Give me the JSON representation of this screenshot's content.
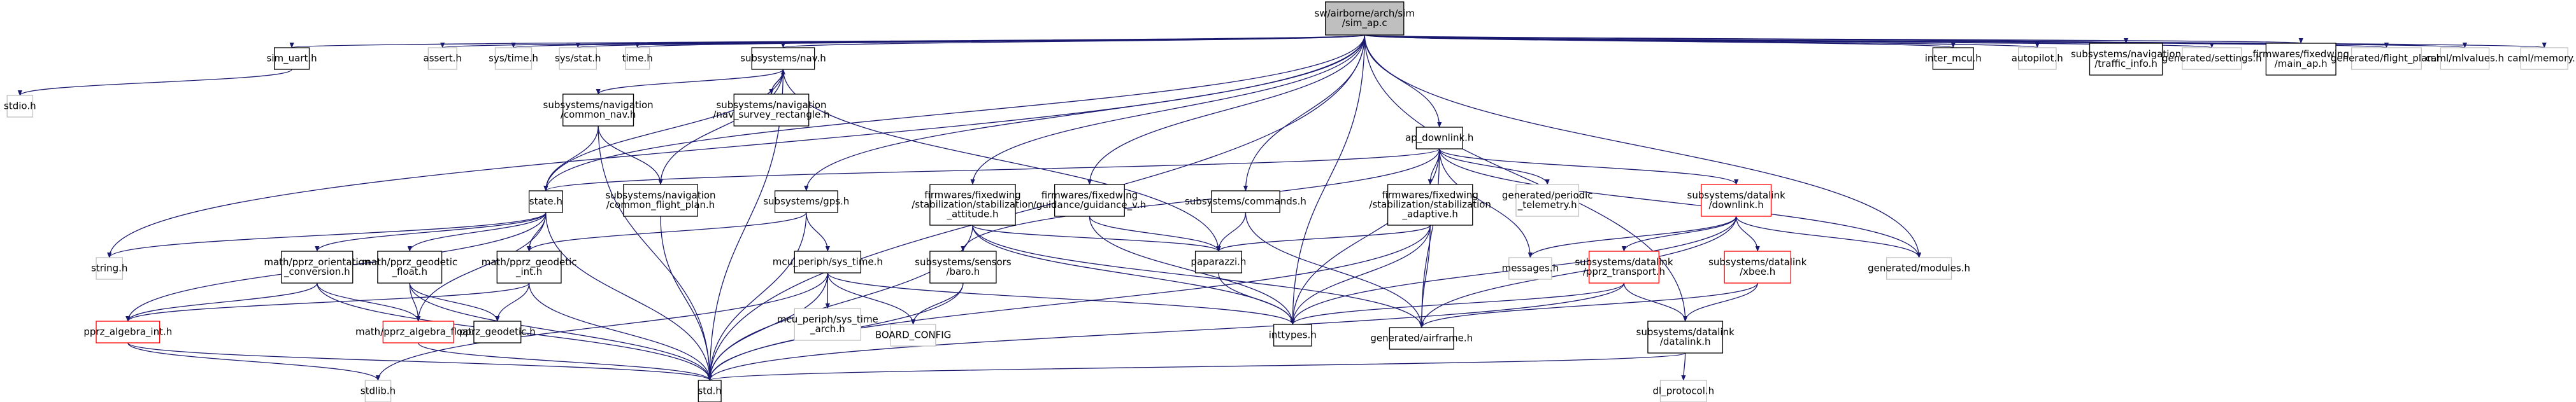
{
  "graph": {
    "nodes": [
      {
        "id": "root",
        "lines": [
          "sw/airborne/arch/sim",
          "/sim_ap.c"
        ],
        "style": "root"
      },
      {
        "id": "sim_uart",
        "lines": [
          "sim_uart.h"
        ],
        "style": "solid"
      },
      {
        "id": "stdio",
        "lines": [
          "stdio.h"
        ],
        "style": "light"
      },
      {
        "id": "assert",
        "lines": [
          "assert.h"
        ],
        "style": "light"
      },
      {
        "id": "systime",
        "lines": [
          "sys/time.h"
        ],
        "style": "light"
      },
      {
        "id": "sysstat",
        "lines": [
          "sys/stat.h"
        ],
        "style": "light"
      },
      {
        "id": "time",
        "lines": [
          "time.h"
        ],
        "style": "light"
      },
      {
        "id": "nav",
        "lines": [
          "subsystems/nav.h"
        ],
        "style": "solid"
      },
      {
        "id": "common_nav",
        "lines": [
          "subsystems/navigation",
          "/common_nav.h"
        ],
        "style": "solid"
      },
      {
        "id": "nav_survey",
        "lines": [
          "subsystems/navigation",
          "/nav_survey_rectangle.h"
        ],
        "style": "solid"
      },
      {
        "id": "state",
        "lines": [
          "state.h"
        ],
        "style": "solid"
      },
      {
        "id": "common_flight_plan",
        "lines": [
          "subsystems/navigation",
          "/common_flight_plan.h"
        ],
        "style": "solid"
      },
      {
        "id": "string",
        "lines": [
          "string.h"
        ],
        "style": "light"
      },
      {
        "id": "pprz_orientation",
        "lines": [
          "math/pprz_orientation",
          "_conversion.h"
        ],
        "style": "solid"
      },
      {
        "id": "pprz_geodetic_float",
        "lines": [
          "math/pprz_geodetic",
          "_float.h"
        ],
        "style": "solid"
      },
      {
        "id": "pprz_geodetic_int",
        "lines": [
          "math/pprz_geodetic",
          "_int.h"
        ],
        "style": "solid"
      },
      {
        "id": "pprz_algebra_int",
        "lines": [
          "pprz_algebra_int.h"
        ],
        "style": "red"
      },
      {
        "id": "pprz_algebra_float",
        "lines": [
          "math/pprz_algebra_float.h"
        ],
        "style": "red"
      },
      {
        "id": "pprz_geodetic",
        "lines": [
          "pprz_geodetic.h"
        ],
        "style": "solid"
      },
      {
        "id": "stdlib",
        "lines": [
          "stdlib.h"
        ],
        "style": "light"
      },
      {
        "id": "std",
        "lines": [
          "std.h"
        ],
        "style": "solid"
      },
      {
        "id": "gps",
        "lines": [
          "subsystems/gps.h"
        ],
        "style": "solid"
      },
      {
        "id": "sys_time",
        "lines": [
          "mcu_periph/sys_time.h"
        ],
        "style": "solid"
      },
      {
        "id": "sys_time_arch",
        "lines": [
          "mcu_periph/sys_time",
          "_arch.h"
        ],
        "style": "light"
      },
      {
        "id": "board_config",
        "lines": [
          "BOARD_CONFIG"
        ],
        "style": "light"
      },
      {
        "id": "stab_att",
        "lines": [
          "firmwares/fixedwing",
          "/stabilization/stabilization",
          "_attitude.h"
        ],
        "style": "solid"
      },
      {
        "id": "baro",
        "lines": [
          "subsystems/sensors",
          "/baro.h"
        ],
        "style": "solid"
      },
      {
        "id": "guidance",
        "lines": [
          "firmwares/fixedwing",
          "/guidance/guidance_v.h"
        ],
        "style": "solid"
      },
      {
        "id": "commands",
        "lines": [
          "subsystems/commands.h"
        ],
        "style": "solid"
      },
      {
        "id": "paparazzi",
        "lines": [
          "paparazzi.h"
        ],
        "style": "solid"
      },
      {
        "id": "inttypes",
        "lines": [
          "inttypes.h"
        ],
        "style": "solid"
      },
      {
        "id": "ap_downlink",
        "lines": [
          "ap_downlink.h"
        ],
        "style": "solid"
      },
      {
        "id": "stab_adapt",
        "lines": [
          "firmwares/fixedwing",
          "/stabilization/stabilization",
          "_adaptive.h"
        ],
        "style": "solid"
      },
      {
        "id": "periodic_telemetry",
        "lines": [
          "generated/periodic",
          "_telemetry.h"
        ],
        "style": "light"
      },
      {
        "id": "generated_airframe",
        "lines": [
          "generated/airframe.h"
        ],
        "style": "solid"
      },
      {
        "id": "messages",
        "lines": [
          "messages.h"
        ],
        "style": "light"
      },
      {
        "id": "datalink_downlink",
        "lines": [
          "subsystems/datalink",
          "/downlink.h"
        ],
        "style": "red"
      },
      {
        "id": "pprz_transport",
        "lines": [
          "subsystems/datalink",
          "/pprz_transport.h"
        ],
        "style": "red"
      },
      {
        "id": "xbee",
        "lines": [
          "subsystems/datalink",
          "/xbee.h"
        ],
        "style": "red"
      },
      {
        "id": "generated_modules",
        "lines": [
          "generated/modules.h"
        ],
        "style": "light"
      },
      {
        "id": "datalink",
        "lines": [
          "subsystems/datalink",
          "/datalink.h"
        ],
        "style": "solid"
      },
      {
        "id": "dl_protocol",
        "lines": [
          "dl_protocol.h"
        ],
        "style": "light"
      },
      {
        "id": "inter_mcu",
        "lines": [
          "inter_mcu.h"
        ],
        "style": "solid"
      },
      {
        "id": "autopilot",
        "lines": [
          "autopilot.h"
        ],
        "style": "light"
      },
      {
        "id": "traffic_info",
        "lines": [
          "subsystems/navigation",
          "/traffic_info.h"
        ],
        "style": "solid"
      },
      {
        "id": "generated_settings",
        "lines": [
          "generated/settings.h"
        ],
        "style": "light"
      },
      {
        "id": "main_ap",
        "lines": [
          "firmwares/fixedwing",
          "/main_ap.h"
        ],
        "style": "solid"
      },
      {
        "id": "flight_plan",
        "lines": [
          "generated/flight_plan.h"
        ],
        "style": "light"
      },
      {
        "id": "mlvalues",
        "lines": [
          "caml/mlvalues.h"
        ],
        "style": "light"
      },
      {
        "id": "memory",
        "lines": [
          "caml/memory.h"
        ],
        "style": "light"
      }
    ]
  }
}
